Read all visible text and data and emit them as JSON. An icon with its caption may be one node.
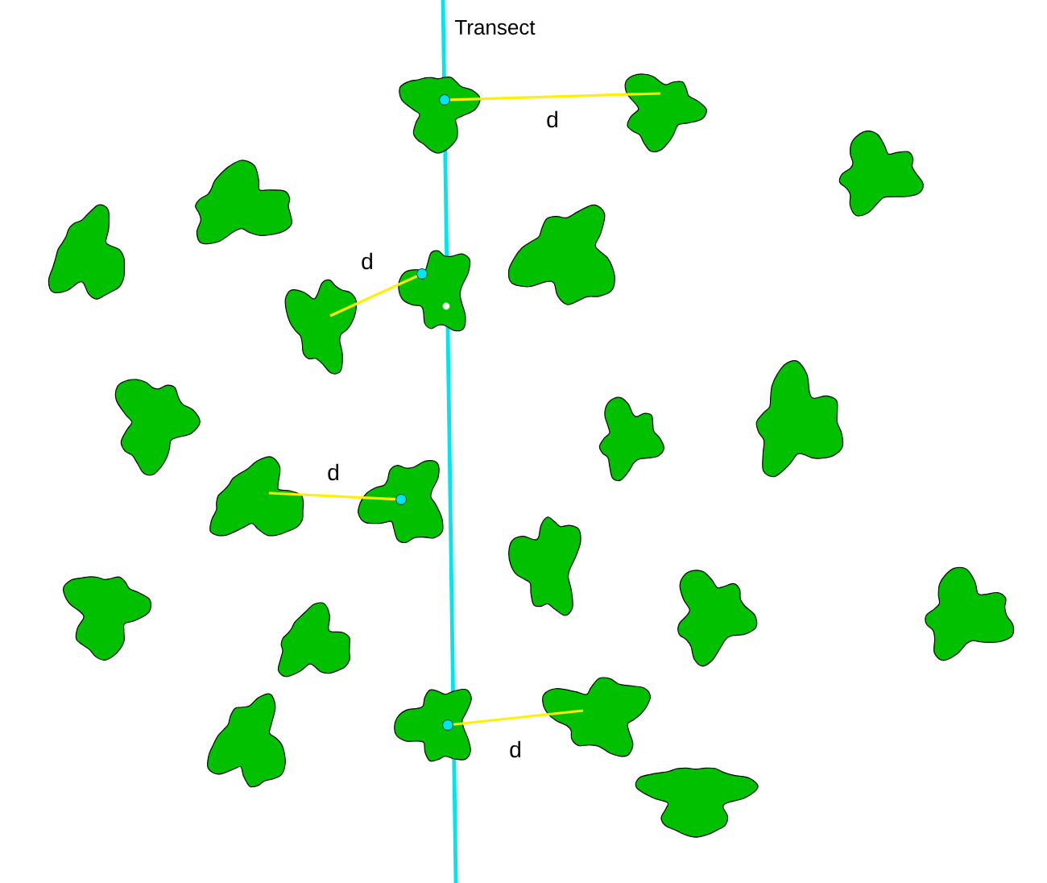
{
  "diagram": {
    "nodes": [
      {
        "text": [],
        "shape": "blob"
      },
      {
        "text": [],
        "shape": "blob"
      },
      {
        "text": [],
        "shape": "blob"
      },
      {
        "text": [],
        "shape": "blob"
      },
      {
        "text": [],
        "shape": "blob"
      },
      {
        "text": [],
        "shape": "blob"
      },
      {
        "text": [],
        "shape": "blob"
      },
      {
        "text": [],
        "shape": "blob"
      },
      {
        "text": [],
        "shape": "blob"
      },
      {
        "text": [],
        "shape": "blob"
      },
      {
        "text": [],
        "shape": "blob"
      },
      {
        "text": [],
        "shape": "blob"
      },
      {
        "text": [],
        "shape": "blob"
      },
      {
        "text": [],
        "shape": "blob"
      },
      {
        "text": [],
        "shape": "blob"
      },
      {
        "text": [],
        "shape": "blob"
      },
      {
        "text": [],
        "shape": "blob"
      },
      {
        "text": [],
        "shape": "blob"
      },
      {
        "text": [],
        "shape": "blob"
      },
      {
        "text": [],
        "shape": "blob"
      },
      {
        "text": [],
        "shape": "blob"
      },
      {
        "text": [],
        "shape": "blob"
      },
      {
        "text": [],
        "shape": "circle",
        "in": 0
      },
      {
        "text": [],
        "shape": "circle",
        "in": 6
      },
      {
        "text": [],
        "shape": "circle",
        "in": 12
      },
      {
        "text": [],
        "shape": "circle",
        "in": 19
      }
    ],
    "edges": [
      {
        "from": 22,
        "to": 1,
        "arrow": "none",
        "label": "d"
      },
      {
        "from": 23,
        "to": 7,
        "arrow": "none",
        "label": "d"
      },
      {
        "from": 24,
        "to": 11,
        "arrow": "none",
        "label": "d"
      },
      {
        "from": 25,
        "to": 20,
        "arrow": "none",
        "label": "d"
      }
    ],
    "labels": [
      "Transect"
    ]
  }
}
